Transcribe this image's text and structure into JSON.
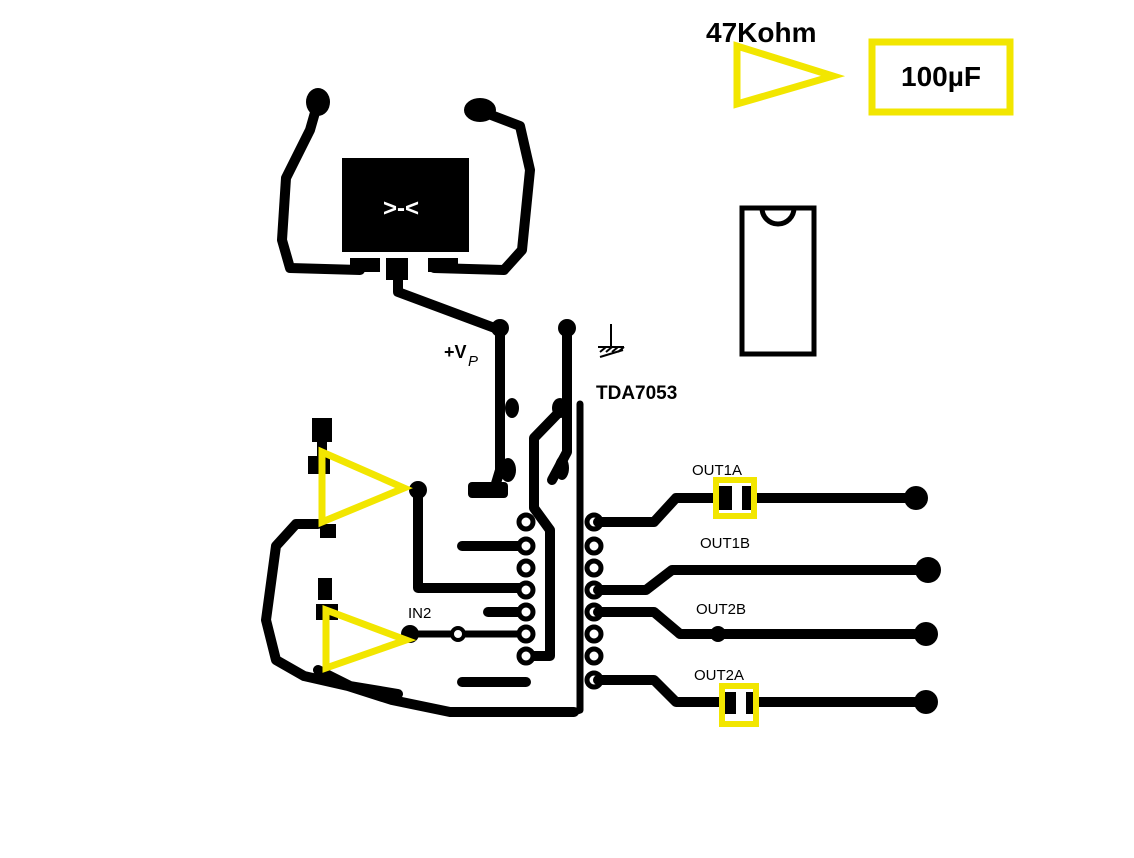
{
  "legend": {
    "resistor_label": "47Kohm",
    "capacitor_label": "100µF"
  },
  "chip": {
    "part_label": "TDA7053"
  },
  "supply": {
    "vp_label": "+V",
    "vp_sub": "P"
  },
  "regulator": {
    "mark": ">-<"
  },
  "labels": {
    "in2": "IN2",
    "out1a": "OUT1A",
    "out1b": "OUT1B",
    "out2b": "OUT2B",
    "out2a": "OUT2A"
  },
  "colors": {
    "trace": "#000000",
    "highlight": "#f2e600",
    "background": "#ffffff"
  }
}
